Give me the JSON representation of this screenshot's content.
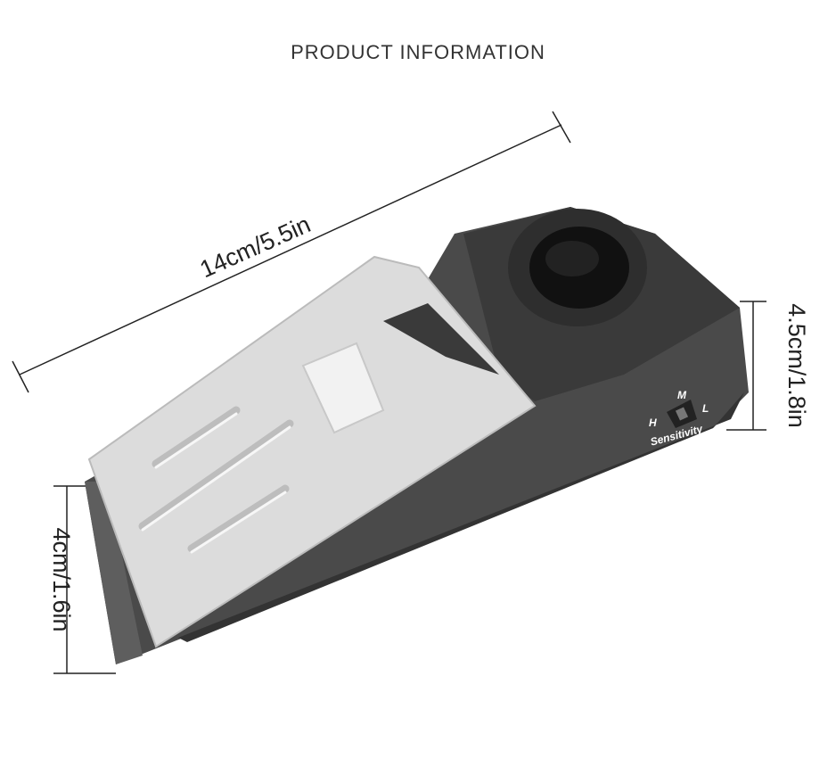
{
  "title": "PRODUCT INFORMATION",
  "dimensions": {
    "length": "14cm/5.5in",
    "height": "4.5cm/1.8in",
    "width": "4cm/1.6in"
  },
  "switch": {
    "high": "H",
    "medium": "M",
    "low": "L",
    "label": "Sensitivity"
  },
  "colors": {
    "body": "#4a4a4a",
    "plate": "#d9d9d9",
    "line": "#222222"
  }
}
